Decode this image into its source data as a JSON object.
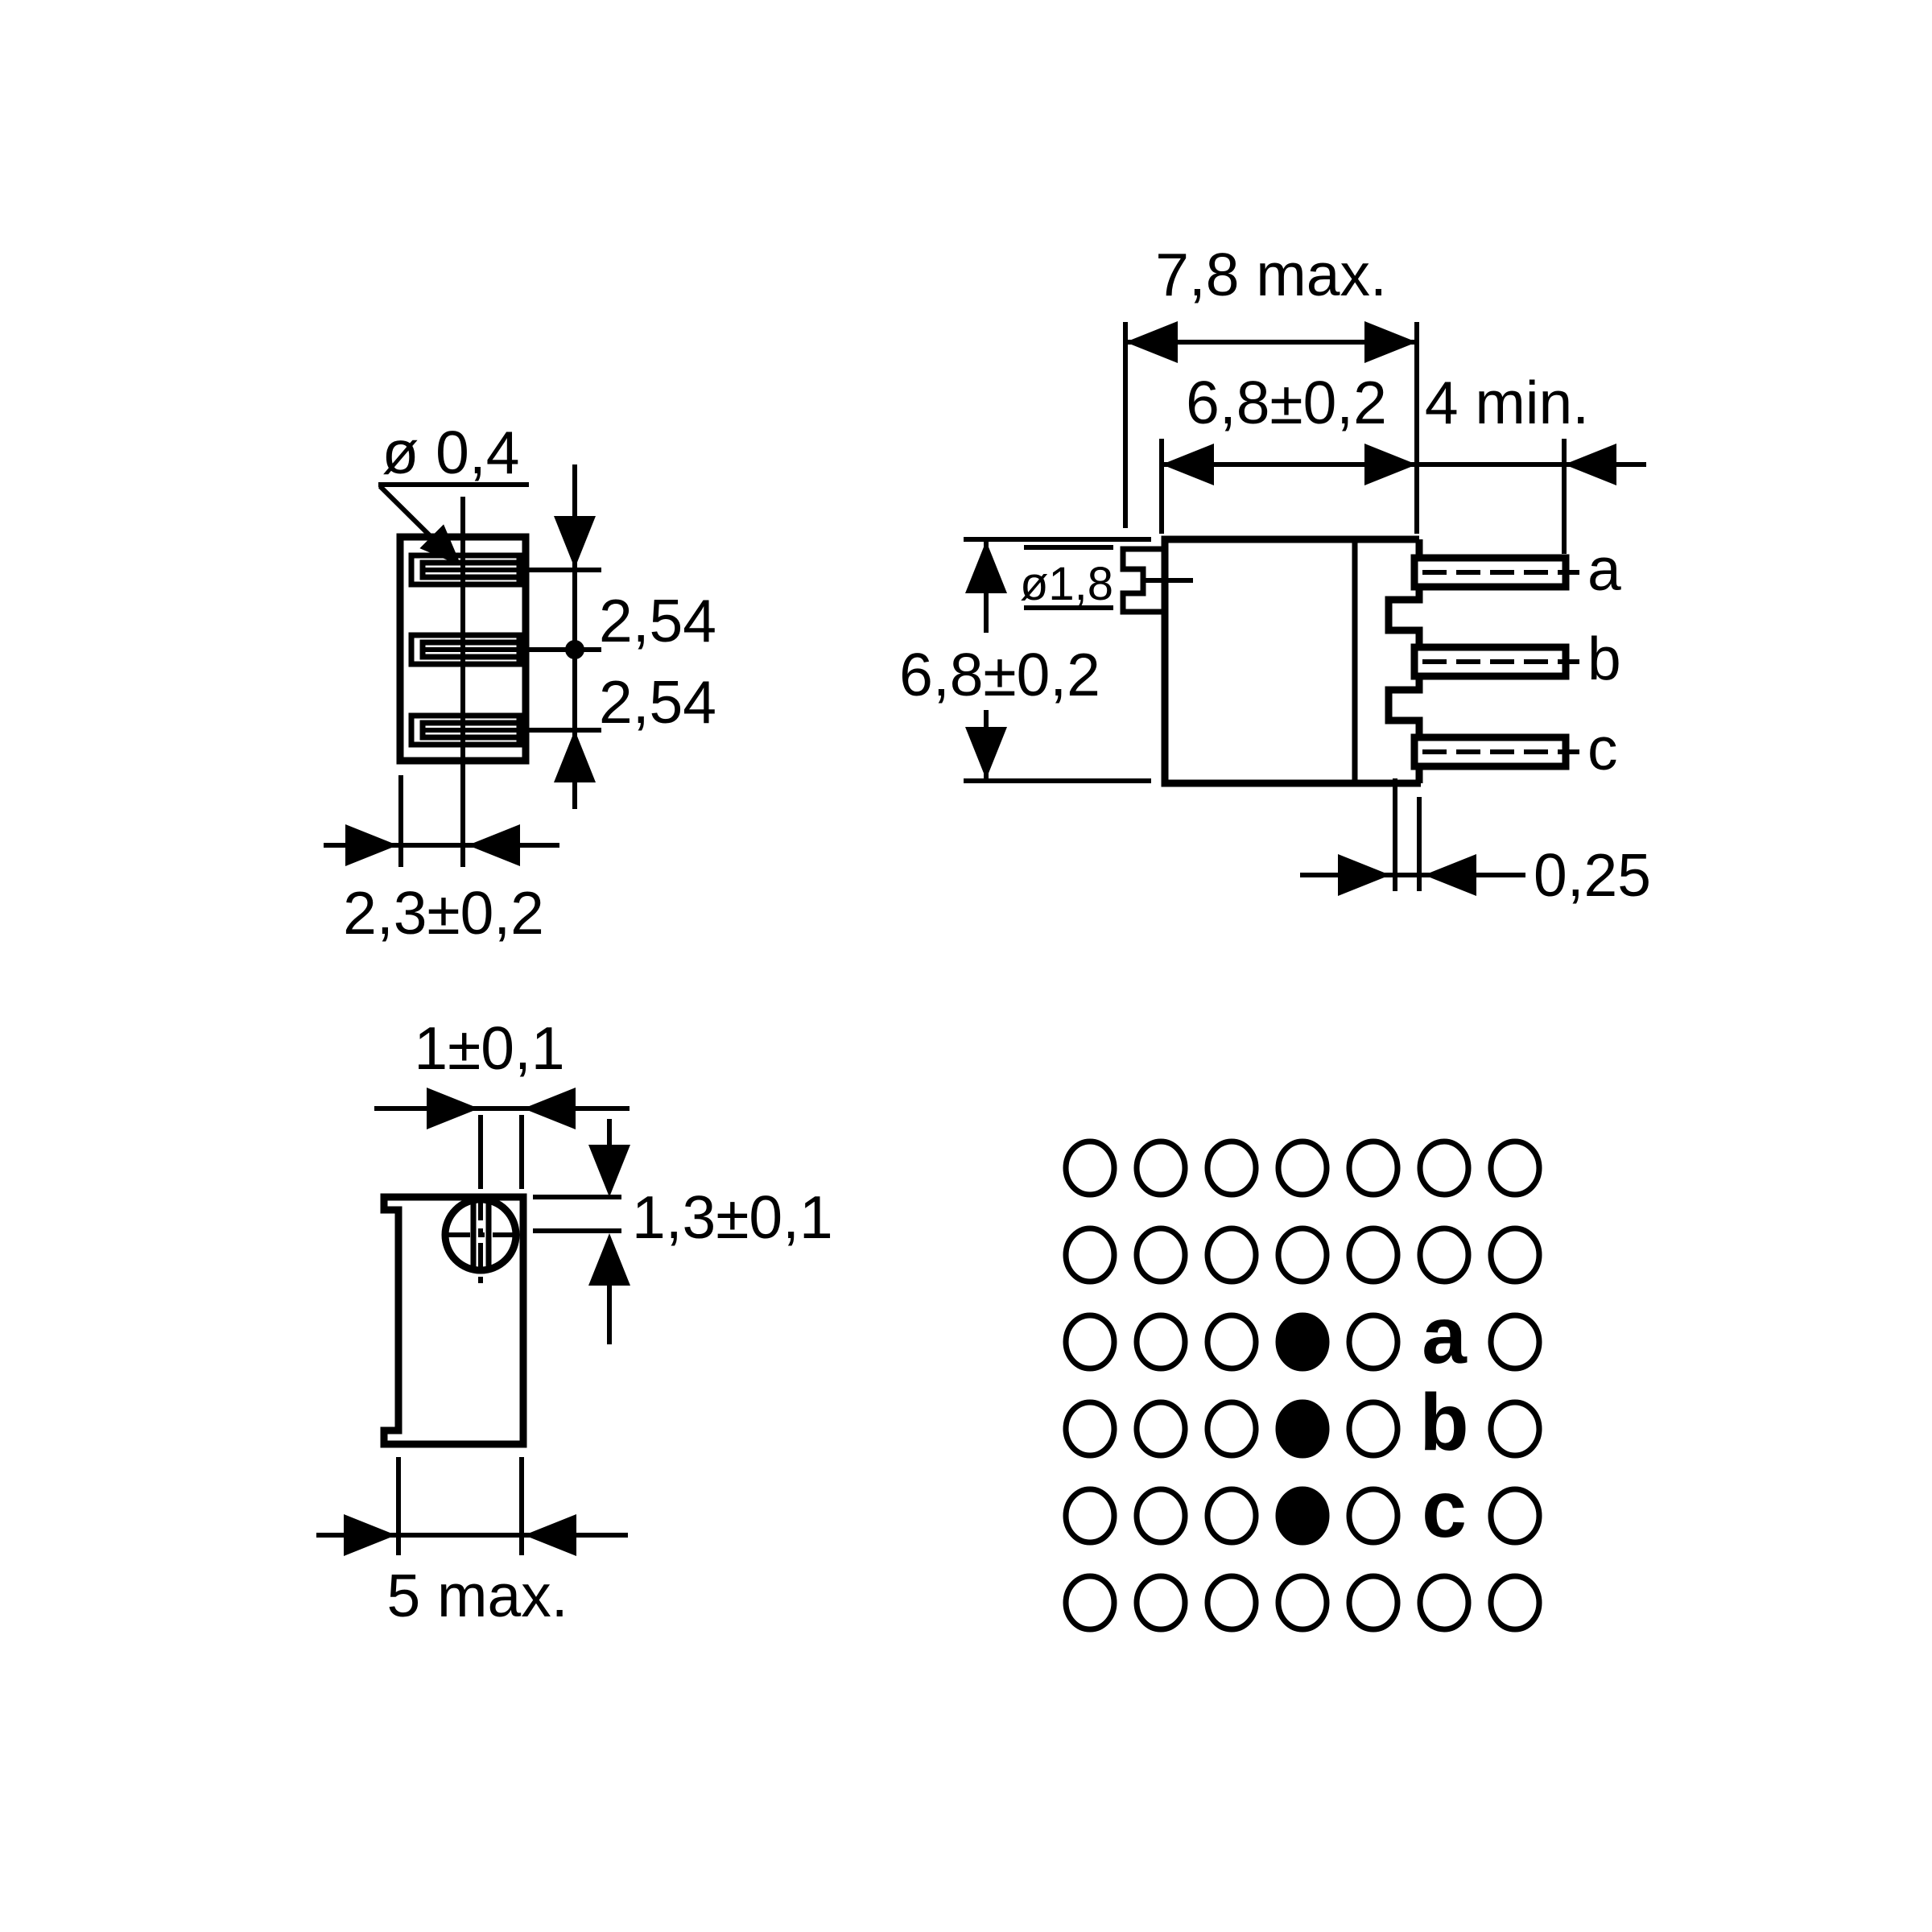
{
  "front_view": {
    "hole_dia": "ø 0,4",
    "pitch_upper": "2,54",
    "pitch_lower": "2,54",
    "row_offset": "2,3±0,2"
  },
  "side_view": {
    "overall_depth": "7,8 max.",
    "body_depth": "6,8±0,2",
    "pin_length_min": "4 min.",
    "screw_dia": "ø1,8",
    "body_height": "6,8±0,2",
    "pin_thickness": "0,25",
    "pins": [
      "a",
      "b",
      "c"
    ]
  },
  "bottom_view": {
    "screw_to_face": "1±0,1",
    "screw_center_offset": "1,3±0,1",
    "body_width_max": "5 max."
  },
  "pcb_grid": {
    "cols": 7,
    "rows": 6,
    "filled_cells": [
      {
        "row": 2,
        "col": 3
      },
      {
        "row": 3,
        "col": 3
      },
      {
        "row": 4,
        "col": 3
      }
    ],
    "letter_cells": [
      {
        "row": 2,
        "col": 5,
        "label": "a"
      },
      {
        "row": 3,
        "col": 5,
        "label": "b"
      },
      {
        "row": 4,
        "col": 5,
        "label": "c"
      }
    ]
  }
}
